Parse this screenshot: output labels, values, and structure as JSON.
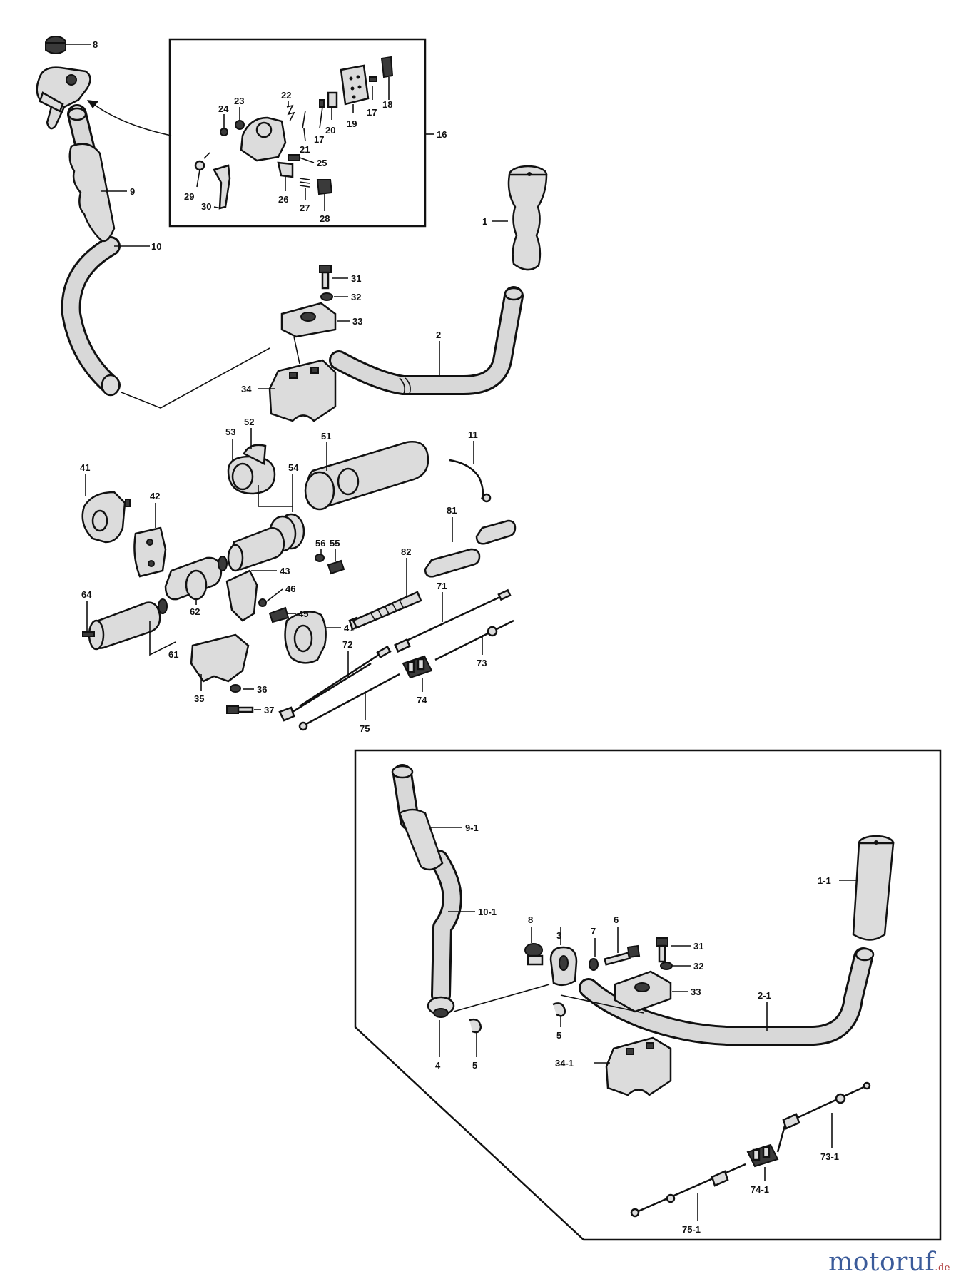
{
  "labels": {
    "l8": "8",
    "l9": "9",
    "l10": "10",
    "l16": "16",
    "l17a": "17",
    "l17b": "17",
    "l18": "18",
    "l19": "19",
    "l20": "20",
    "l21": "21",
    "l22": "22",
    "l23": "23",
    "l24": "24",
    "l25": "25",
    "l26": "26",
    "l27": "27",
    "l28": "28",
    "l29": "29",
    "l30": "30",
    "l1": "1",
    "l2": "2",
    "l31": "31",
    "l32": "32",
    "l33": "33",
    "l34": "34",
    "l51": "51",
    "l52": "52",
    "l53": "53",
    "l54": "54",
    "l11": "11",
    "l41a": "41",
    "l42": "42",
    "l55": "55",
    "l56": "56",
    "l81": "81",
    "l82": "82",
    "l43": "43",
    "l46": "46",
    "l45": "45",
    "l64": "64",
    "l62": "62",
    "l71": "71",
    "l41b": "41",
    "l61": "61",
    "l72": "72",
    "l73": "73",
    "l74": "74",
    "l36": "36",
    "l35": "35",
    "l37": "37",
    "l75": "75",
    "b91": "9-1",
    "b101": "10-1",
    "b11": "1-1",
    "b8": "8",
    "b3": "3",
    "b7": "7",
    "b6": "6",
    "b31": "31",
    "b32": "32",
    "b33": "33",
    "b5a": "5",
    "b21": "2-1",
    "b4": "4",
    "b5b": "5",
    "b341": "34-1",
    "b731": "73-1",
    "b741": "74-1",
    "b751": "75-1"
  },
  "watermark": {
    "brand": "motoruf",
    "tld": ".de"
  }
}
